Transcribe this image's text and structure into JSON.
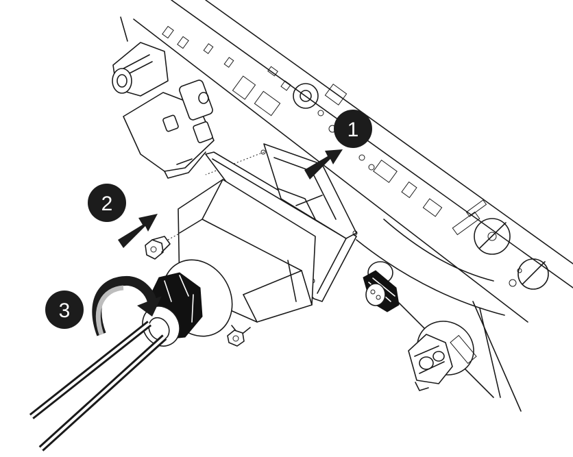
{
  "steps": [
    {
      "number": "1"
    },
    {
      "number": "2"
    },
    {
      "number": "3"
    }
  ]
}
